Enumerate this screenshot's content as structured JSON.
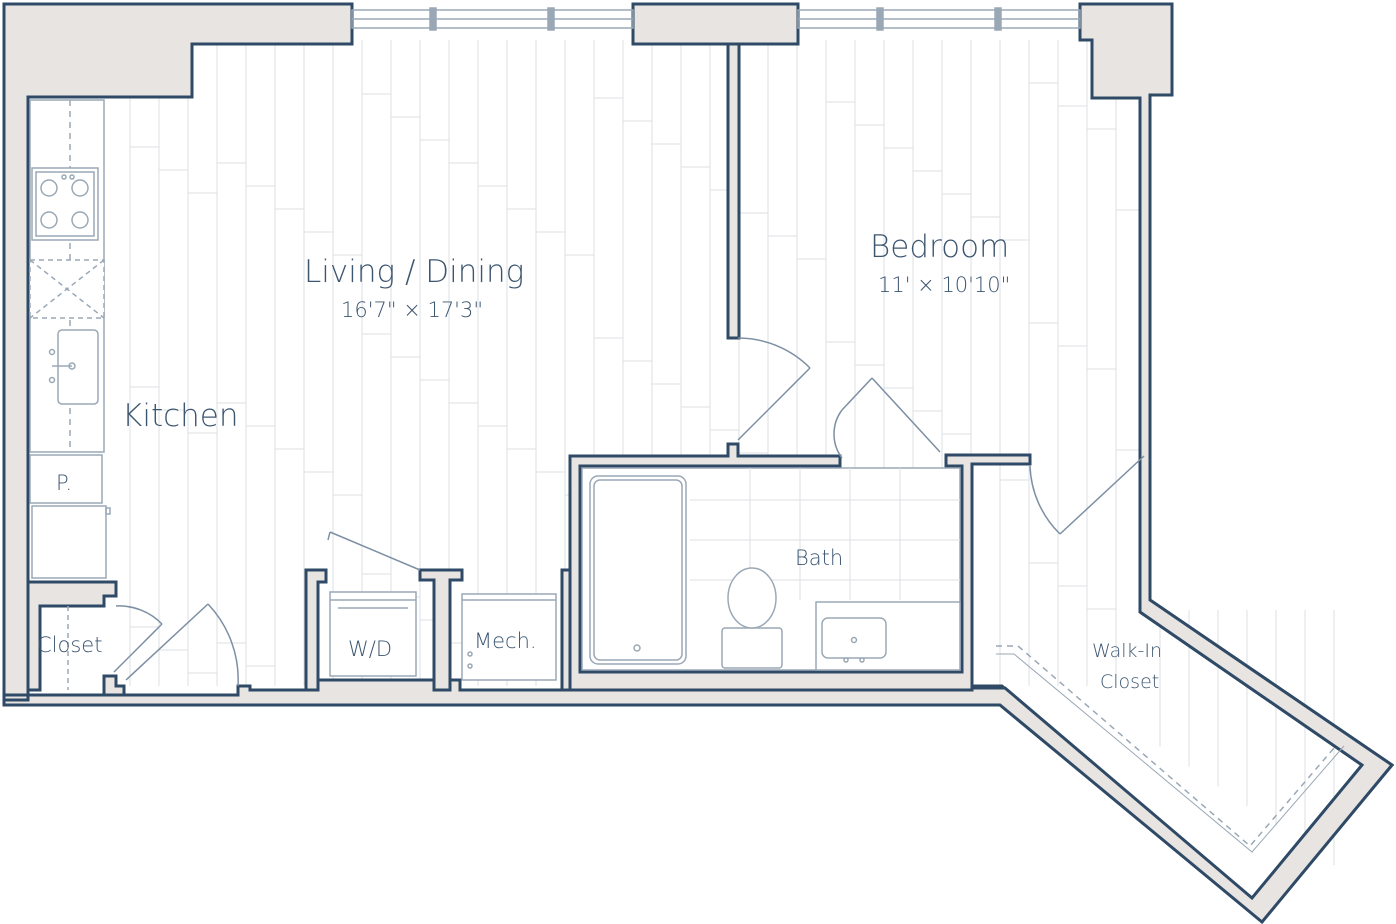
{
  "plan": {
    "rooms": {
      "kitchen": "Kitchen",
      "living": "Living / Dining",
      "living_dim": "16'7\" × 17'3\"",
      "bedroom": "Bedroom",
      "bedroom_dim": "11' × 10'10\"",
      "bath": "Bath",
      "closet": "Closet",
      "pantry": "P.",
      "wd": "W/D",
      "mech": "Mech.",
      "walkin_1": "Walk-In",
      "walkin_2": "Closet"
    },
    "colors": {
      "wall_fill": "#e8e4e1",
      "wall_stroke": "#2f4a66",
      "text": "#3d5670",
      "floor_lines": "#dcdfe3"
    }
  }
}
